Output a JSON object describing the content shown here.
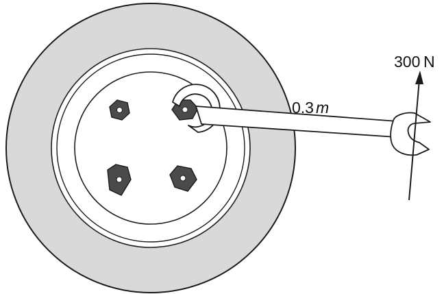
{
  "labels": {
    "force": "300 N",
    "distance_value": "0.3",
    "distance_unit": "m"
  },
  "colors": {
    "tire": "#d9d9d9",
    "rim": "#ffffff",
    "line": "#1a1a1a",
    "nut": "#4a4a4a",
    "background": "#ffffff"
  },
  "icons": {
    "nut": "hex-nut-icon",
    "arrow": "force-arrow-icon"
  }
}
